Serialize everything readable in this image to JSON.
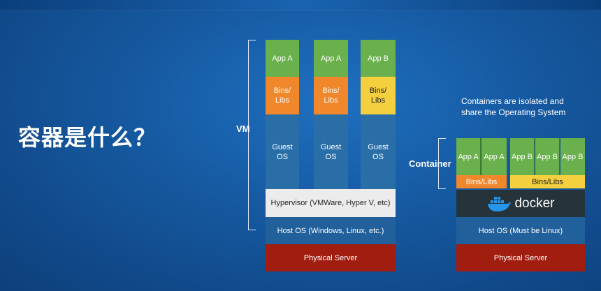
{
  "title": "容器是什么？",
  "vm": {
    "label": "VM",
    "apps": [
      "App A",
      "App A",
      "App B"
    ],
    "bins": [
      "Bins/\nLibs",
      "Bins/\nLibs",
      "Bins/\nLibs"
    ],
    "guest": [
      "Guest\nOS",
      "Guest\nOS",
      "Guest\nOS"
    ],
    "hypervisor": "Hypervisor (VMWare, Hyper V, etc)",
    "host_os": "Host OS (Windows, Linux, etc.)",
    "physical": "Physical Server"
  },
  "container": {
    "note_line1": "Containers are isolated and",
    "note_line2": "share the Operating System",
    "label": "Container",
    "apps": [
      "App A",
      "App A",
      "App B",
      "App B",
      "App B"
    ],
    "bins_left": "Bins/Libs",
    "bins_right": "Bins/Libs",
    "docker_text": "docker",
    "host_os": "Host OS (Must be Linux)",
    "physical": "Physical Server"
  },
  "colors": {
    "app": "#6ab04c",
    "bins_orange": "#f0872b",
    "bins_yellow": "#f4d03f",
    "guest_os": "#2a6ea8",
    "hypervisor": "#ececec",
    "host_os": "#22609c",
    "physical": "#a01d0f",
    "docker_bg": "#26333b",
    "docker_blue": "#2496ed"
  }
}
